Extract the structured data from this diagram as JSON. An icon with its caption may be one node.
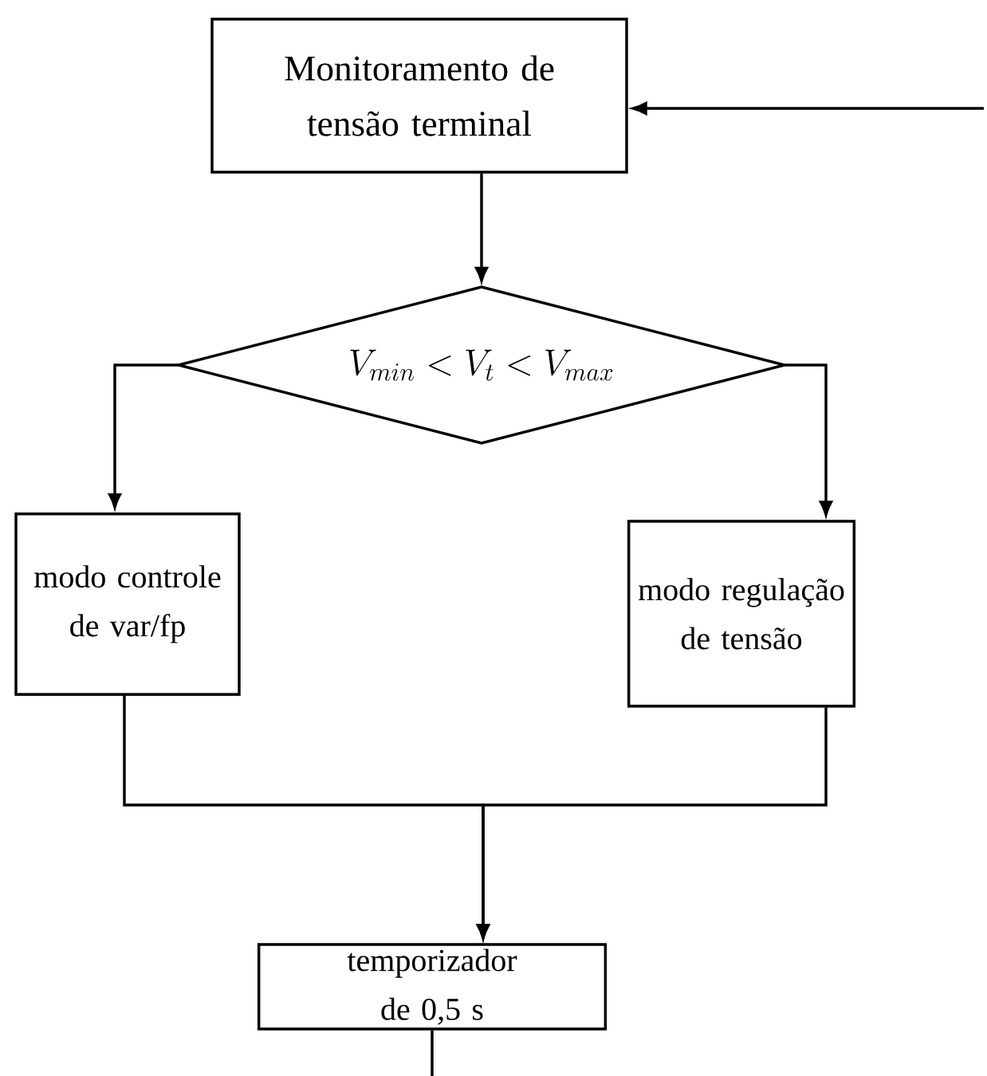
{
  "diagram": {
    "nodes": [
      {
        "text": [
          "Monitoramento de tensão terminal"
        ]
      },
      {
        "text": [
          "V_{min} < V_t < V_{max}"
        ]
      },
      {
        "text": [
          "modo controle de var/fp"
        ]
      },
      {
        "text": [
          "modo regulação de tensão"
        ]
      },
      {
        "text": [
          "temporizador de 0,5 s"
        ]
      }
    ],
    "edges": [
      {
        "from": null,
        "to": 0,
        "arrow": "to"
      },
      {
        "from": 0,
        "to": 1,
        "arrow": "to"
      },
      {
        "from": 1,
        "to": 2,
        "arrow": "to"
      },
      {
        "from": 1,
        "to": 3,
        "arrow": "to"
      },
      {
        "from": 2,
        "to": 4,
        "arrow": "to"
      },
      {
        "from": 3,
        "to": 4,
        "arrow": "to"
      },
      {
        "from": 4,
        "to": null,
        "arrow": "none"
      }
    ]
  }
}
